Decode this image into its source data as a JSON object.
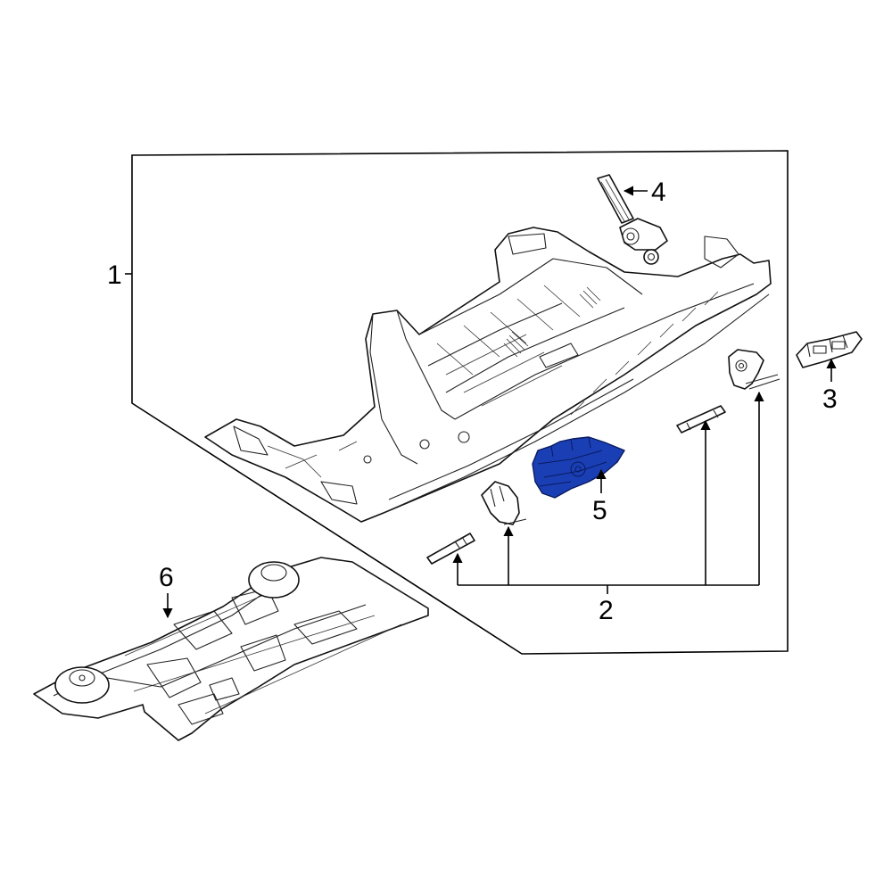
{
  "callouts": {
    "c1": "1",
    "c2": "2",
    "c3": "3",
    "c4": "4",
    "c5": "5",
    "c6": "6"
  },
  "colors": {
    "highlight": "#1a3fb5",
    "line": "#000000",
    "background": "#ffffff"
  },
  "highlighted_part": "5"
}
